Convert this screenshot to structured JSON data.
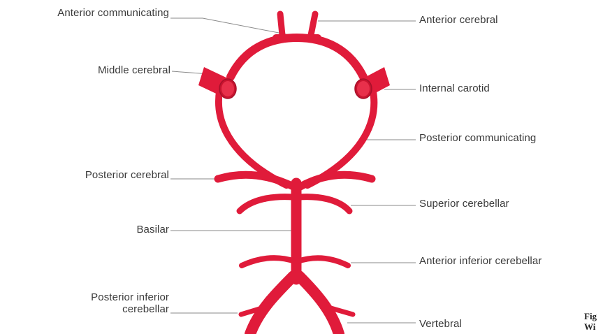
{
  "labels": {
    "anterior_communicating": "Anterior communicating",
    "anterior_cerebral": "Anterior cerebral",
    "middle_cerebral": "Middle cerebral",
    "internal_carotid": "Internal carotid",
    "posterior_communicating": "Posterior communicating",
    "posterior_cerebral": "Posterior cerebral",
    "superior_cerebellar": "Superior cerebellar",
    "basilar": "Basilar",
    "anterior_inferior_cerebellar": "Anterior inferior cerebellar",
    "posterior_inferior_cerebellar_line1": "Posterior inferior",
    "posterior_inferior_cerebellar_line2": "cerebellar",
    "vertebral": "Vertebral"
  },
  "figure_caption_fragment": {
    "line1": "Fig",
    "line2": "Wi"
  },
  "colors": {
    "artery": "#e01b3a",
    "artery_dark": "#a8102a",
    "leader_line": "#8a8a8a",
    "label_text": "#3a3a3a"
  }
}
